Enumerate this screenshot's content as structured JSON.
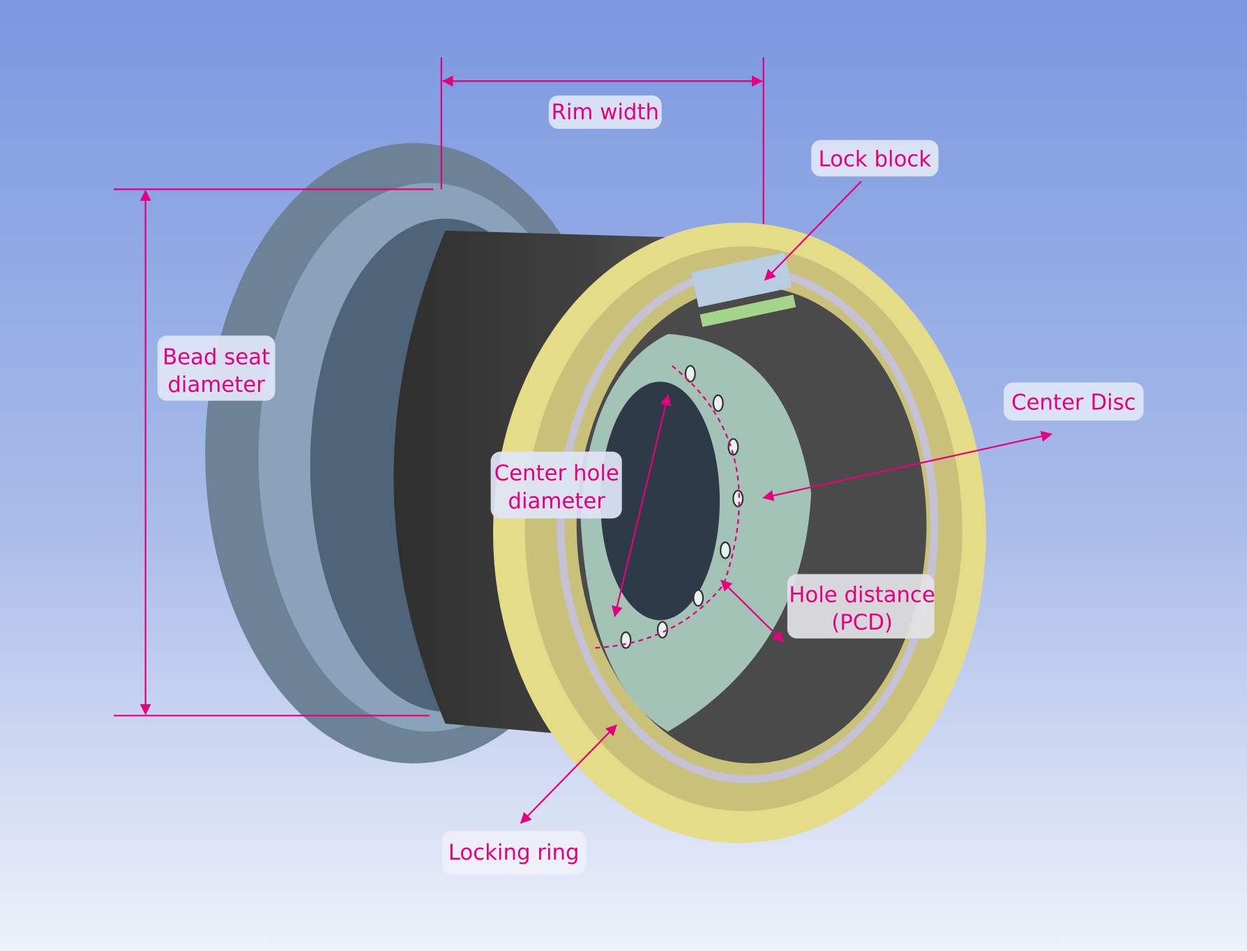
{
  "title": "Wheel rim components diagram",
  "labels": {
    "rim_width": "Rim width",
    "lock_block": "Lock block",
    "bead_seat_line1": "Bead seat",
    "bead_seat_line2": "diameter",
    "center_disc": "Center Disc",
    "center_hole_line1": "Center hole",
    "center_hole_line2": "diameter",
    "hole_distance_line1": "Hole distance",
    "hole_distance_line2": "(PCD)",
    "locking_ring": "Locking ring"
  },
  "colors": {
    "annotation": "#e5007d",
    "background_top": "#7b98e0",
    "background_bottom": "#eef1f9",
    "rim_front": "#e4dc86",
    "rim_back": "#6f8499",
    "disc": "#9fc0b4",
    "barrel": "#3a3a3a"
  }
}
